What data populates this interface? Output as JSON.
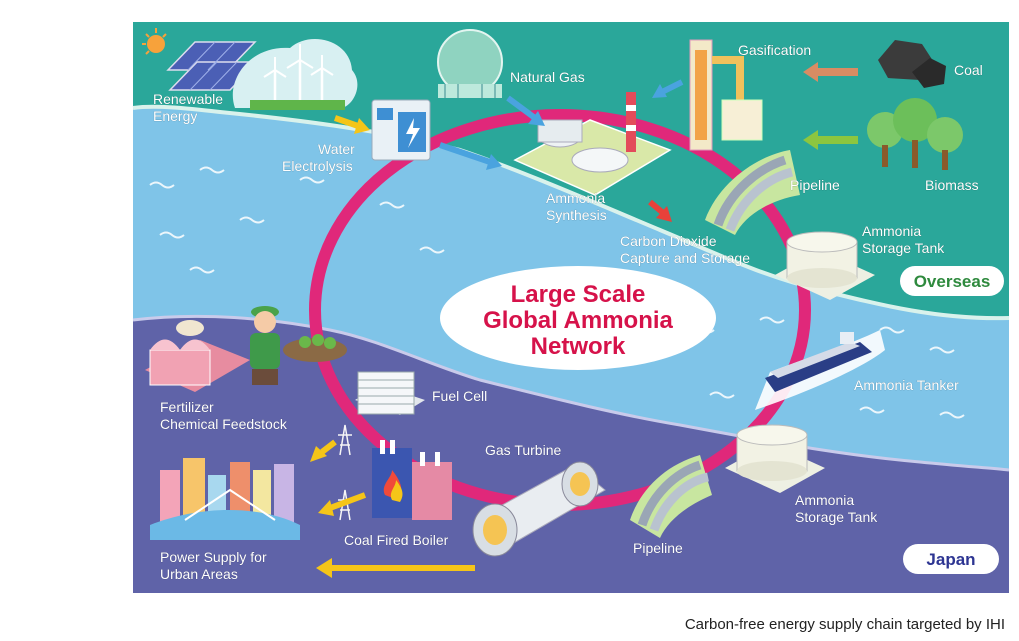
{
  "colors": {
    "overseas_sea": "#2aa79a",
    "ocean": "#7fc4e8",
    "japan_land": "#5f63a8",
    "ring": "#e0287a",
    "center_text": "#d6124a",
    "overseas_badge": "#2f8a3e",
    "japan_badge": "#2d3592"
  },
  "center": {
    "line1": "Large Scale",
    "line2": "Global Ammonia",
    "line3": "Network"
  },
  "regions": {
    "overseas": "Overseas",
    "japan": "Japan"
  },
  "overseas_labels": {
    "renewable_1": "Renewable",
    "renewable_2": "Energy",
    "water_1": "Water",
    "water_2": "Electrolysis",
    "natural_gas": "Natural Gas",
    "gasification": "Gasification",
    "coal": "Coal",
    "ammonia_synthesis_1": "Ammonia",
    "ammonia_synthesis_2": "Synthesis",
    "pipeline": "Pipeline",
    "biomass": "Biomass",
    "ccs_1": "Carbon Dioxide",
    "ccs_2": "Capture and Storage",
    "storage_tank_1": "Ammonia",
    "storage_tank_2": "Storage Tank"
  },
  "japan_labels": {
    "tanker": "Ammonia Tanker",
    "fuel_cell": "Fuel Cell",
    "fertilizer_1": "Fertilizer",
    "fertilizer_2": "Chemical Feedstock",
    "gas_turbine": "Gas Turbine",
    "storage_tank_1": "Ammonia",
    "storage_tank_2": "Storage Tank",
    "coal_boiler": "Coal Fired Boiler",
    "power_1": "Power Supply for",
    "power_2": "Urban Areas",
    "pipeline": "Pipeline"
  },
  "caption": "Carbon-free energy supply chain targeted by IHI",
  "icons": [
    "solar-panel-icon",
    "wind-turbine-icon",
    "electrolyzer-icon",
    "gas-sphere-icon",
    "gasifier-icon",
    "coal-icon",
    "trees-icon",
    "ammonia-plant-icon",
    "pipeline-icon",
    "storage-tank-icon",
    "tanker-ship-icon",
    "fuel-cell-icon",
    "factory-icon",
    "farmer-icon",
    "gas-turbine-icon",
    "boiler-icon",
    "city-icon",
    "power-tower-icon"
  ]
}
